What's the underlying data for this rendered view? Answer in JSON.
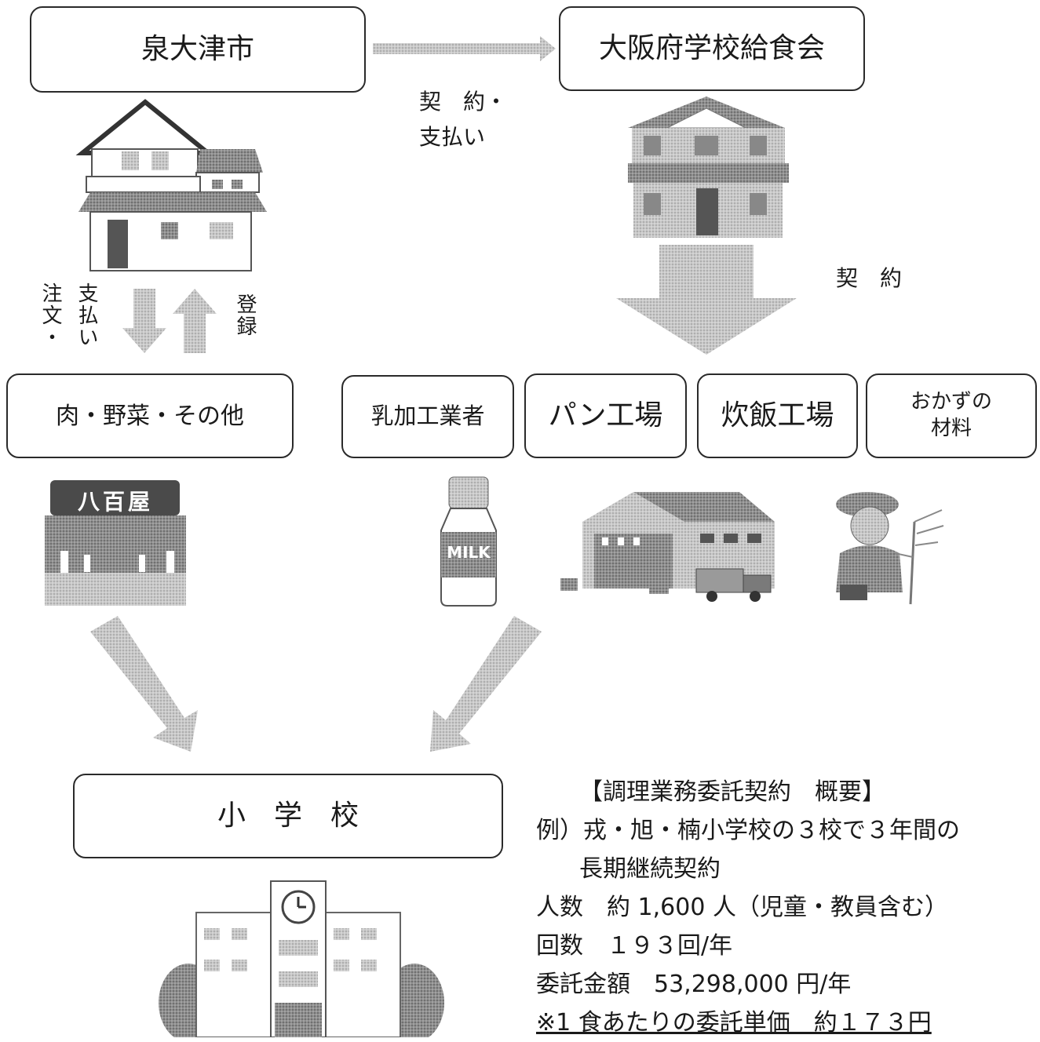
{
  "nodes": {
    "city": "泉大津市",
    "assoc": "大阪府学校給食会",
    "meat_veg": "肉・野菜・その他",
    "dairy": "乳加工業者",
    "bread": "パン工場",
    "rice": "炊飯工場",
    "side_line1": "おかずの",
    "side_line2": "材料",
    "school": "小　学　校"
  },
  "edges": {
    "contract_pay_line1": "契　約・",
    "contract_pay_line2": "支払い",
    "contract": "契　約",
    "order": "注文・",
    "payment": "支払い",
    "register": "登録"
  },
  "illustrations": {
    "shop_sign": "八百屋",
    "milk_label": "MILK"
  },
  "summary": {
    "title": "【調理業務委託契約　概要】",
    "line1": "例）戎・旭・楠小学校の３校で３年間の",
    "line2": "長期継続契約",
    "line3": "人数　約 1,600 人（児童・教員含む）",
    "line4": "回数　１９３回/年",
    "line5": "委託金額　53,298,000 円/年",
    "line6": "※1 食あたりの委託単価　約１７３円"
  }
}
